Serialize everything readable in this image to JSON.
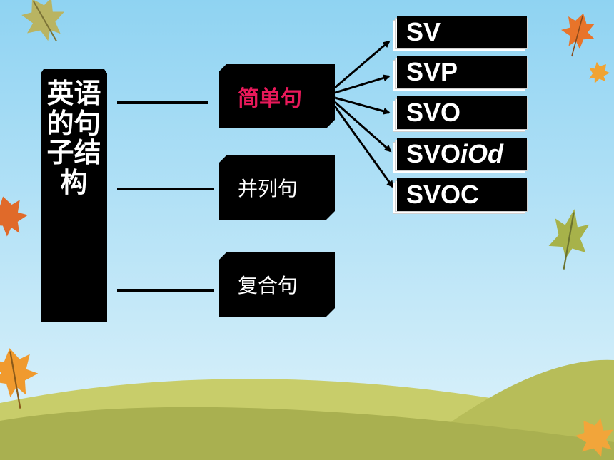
{
  "root": {
    "title": "英语的句子结构"
  },
  "categories": [
    {
      "id": "simple",
      "label": "简单句"
    },
    {
      "id": "compound",
      "label": "并列句"
    },
    {
      "id": "complex",
      "label": "复合句"
    }
  ],
  "patterns": [
    {
      "label": "SV"
    },
    {
      "label": "SVP"
    },
    {
      "label": "SVO"
    },
    {
      "label_main": "SVO",
      "label_italic": "iOd"
    },
    {
      "label": "SVOC"
    }
  ],
  "colors": {
    "sky": "#a6dcf4",
    "hill_light": "#c8cd6a",
    "hill_dark": "#a9b050",
    "highlight": "#e8195a"
  },
  "decorations": [
    "autumn-leaf-icon"
  ]
}
